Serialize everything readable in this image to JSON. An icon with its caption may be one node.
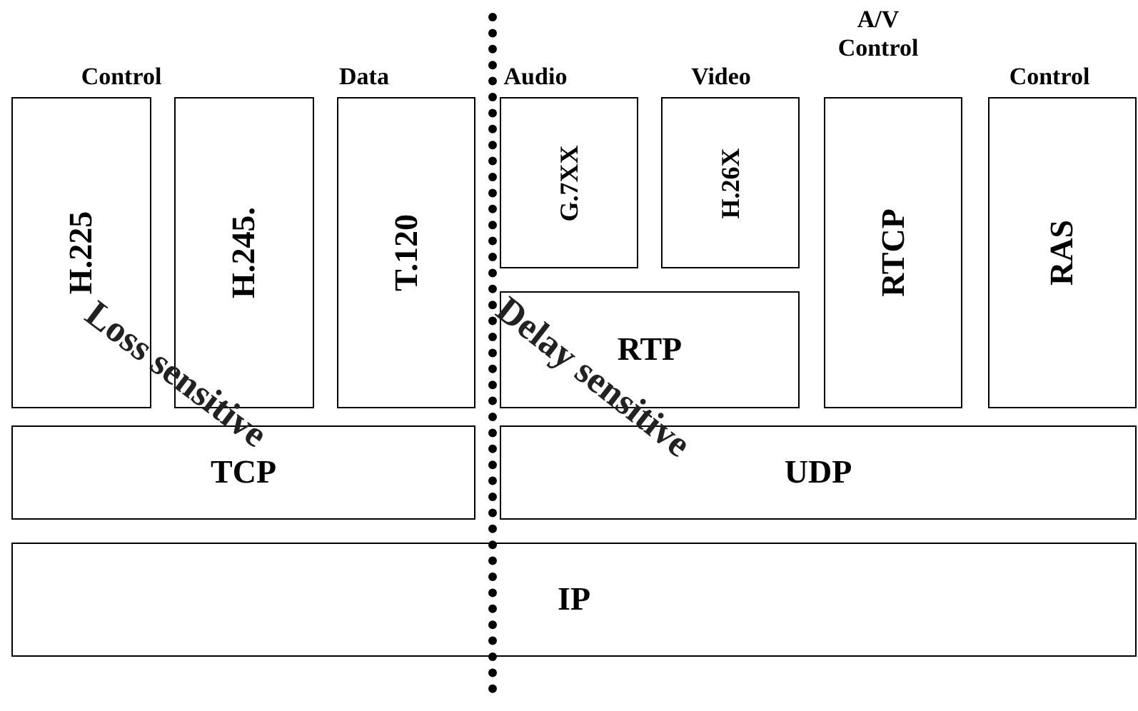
{
  "diagram": {
    "nodes": [
      {
        "text": [
          "H.225"
        ]
      },
      {
        "text": [
          "H.245."
        ]
      },
      {
        "text": [
          "T.120"
        ]
      },
      {
        "text": [
          "G.7XX"
        ]
      },
      {
        "text": [
          "H.26X"
        ]
      },
      {
        "text": [
          "RTP"
        ]
      },
      {
        "text": [
          "RTCP"
        ]
      },
      {
        "text": [
          "RAS"
        ]
      },
      {
        "text": [
          "TCP"
        ]
      },
      {
        "text": [
          "UDP"
        ]
      },
      {
        "text": [
          "IP"
        ]
      }
    ],
    "edges": [],
    "labels": [
      "Control",
      "Data",
      "Audio",
      "Video",
      "A/V Control",
      "Control",
      "Loss sensitive",
      "Delay sensitive"
    ]
  }
}
